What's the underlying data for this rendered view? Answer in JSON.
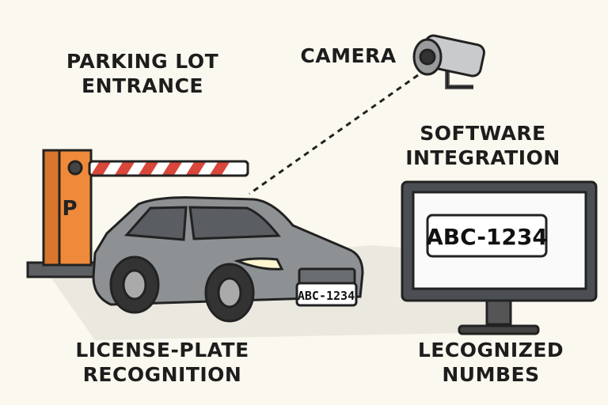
{
  "labels": {
    "entrance": [
      "PARKING LOT",
      "ENTRANCE"
    ],
    "camera": "CAMERA",
    "software": [
      "SOFTWARE",
      "INTEGRATION"
    ],
    "lpr": [
      "LICENSE-PLATE",
      "RECOGNITION"
    ],
    "recognized": [
      "LECOGNIZED",
      "NUMBES"
    ]
  },
  "barrier_sign": "P",
  "car_plate": "ABC-1234",
  "monitor_plate": "ABC-1234",
  "colors": {
    "background": "#fbf8ef",
    "barrier": "#ee8a3a",
    "car": "#8e9194",
    "stripe": "#d9473b",
    "ground": "#ebe8e0"
  }
}
